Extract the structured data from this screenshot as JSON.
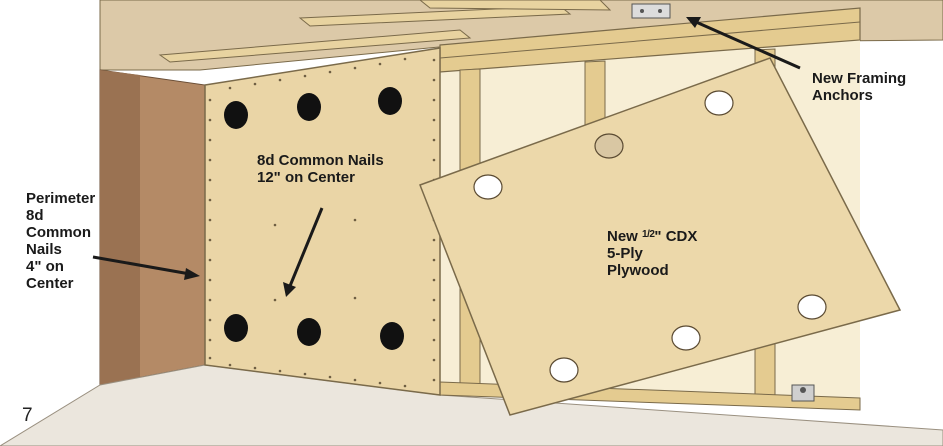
{
  "labels": {
    "perimeter_nails": [
      "Perimeter",
      "8d",
      "Common",
      "Nails",
      "4\" on",
      "Center"
    ],
    "common_nails": [
      "8d Common Nails",
      "12\" on Center"
    ],
    "framing_anchors": [
      "New Framing",
      "Anchors"
    ],
    "plywood": {
      "prefix": "New ",
      "fraction_numerator": "1",
      "fraction_slash": "/",
      "fraction_denominator": "2",
      "suffix": "\" CDX",
      "line2": "5-Ply",
      "line3": "Plywood"
    }
  },
  "figure_number": "7",
  "colors": {
    "plywood": "#ead5a6",
    "plywood_edge": "#7a6a4a",
    "framing_lumber": "#e6cf98",
    "ceiling": "#d9c7a8",
    "wall_dark": "#a07a58",
    "wall_mid": "#c09a76",
    "floor": "#e8e3da",
    "cavity": "#f5ecd2",
    "hole": "#111111",
    "nail": "#7a6a4a",
    "arrow": "#1a1a1a"
  }
}
